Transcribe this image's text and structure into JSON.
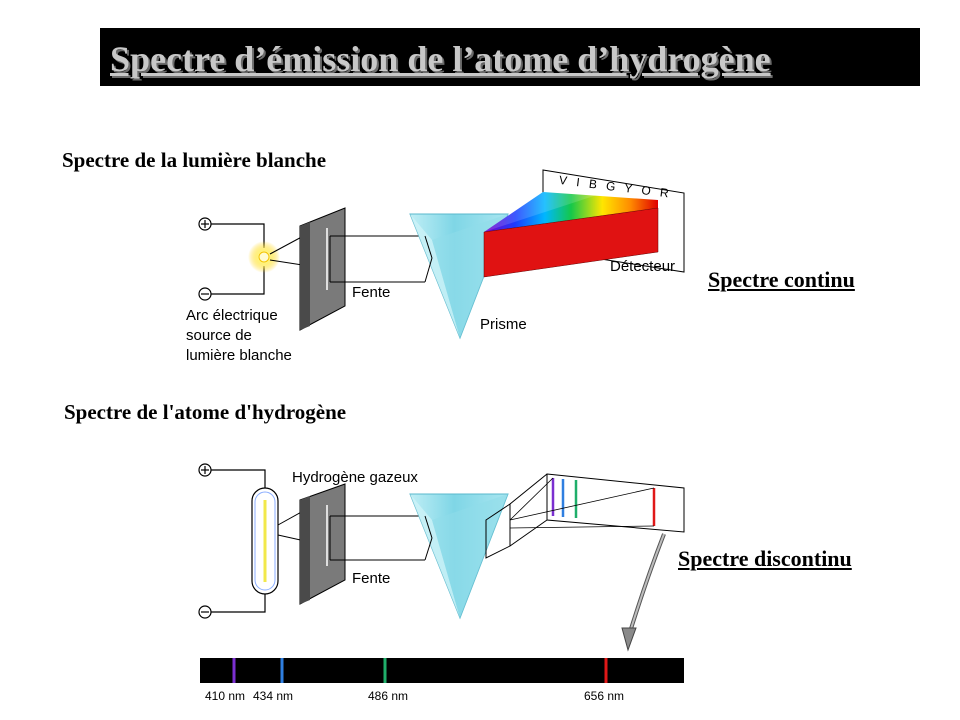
{
  "title": "Spectre d’émission de l’atome d’hydrogène",
  "sections": {
    "white_light": {
      "heading": "Spectre de la lumière blanche",
      "source_label_lines": [
        "Arc électrique",
        "source de",
        "lumière blanche"
      ],
      "slit_label": "Fente",
      "prism_label": "Prisme",
      "detector_label": "Détecteur",
      "color_letters": "V I B G Y O R",
      "result": "Spectre continu"
    },
    "hydrogen": {
      "heading": "Spectre de l'atome d'hydrogène",
      "gas_label": "Hydrogène gazeux",
      "slit_label": "Fente",
      "result": "Spectre discontinu"
    }
  },
  "terminals": {
    "plus": "+",
    "minus": "-"
  },
  "spectrum_lines": [
    {
      "wavelength": "410 nm",
      "color": "#7b2fd0"
    },
    {
      "wavelength": "434 nm",
      "color": "#2f7fe0"
    },
    {
      "wavelength": "486 nm",
      "color": "#1fae6a"
    },
    {
      "wavelength": "656 nm",
      "color": "#e01818"
    }
  ]
}
